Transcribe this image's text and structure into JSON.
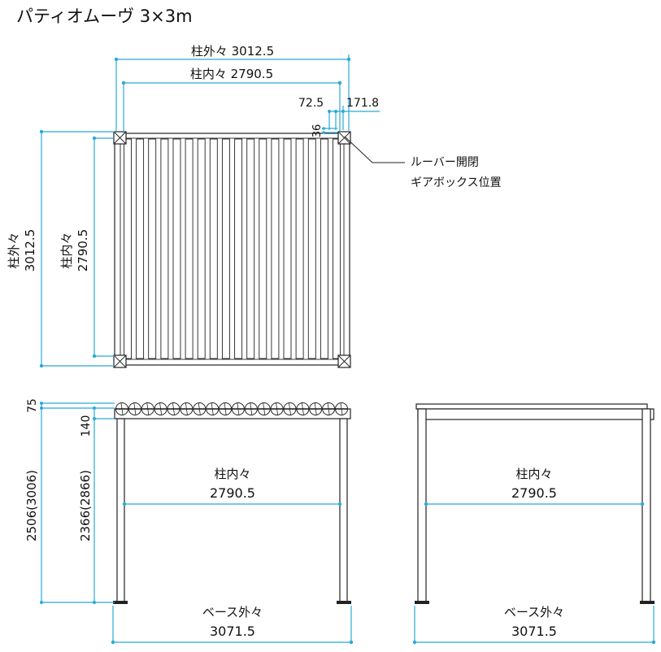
{
  "title": "パティオムーヴ 3×3m",
  "plan": {
    "post_outer_label": "柱外々 3012.5",
    "post_inner_label": "柱内々 2790.5",
    "post_outer_v": [
      "柱外々",
      "3012.5"
    ],
    "post_inner_v": [
      "柱内々",
      "2790.5"
    ],
    "dim_72_5": "72.5",
    "dim_171_8": "171.8",
    "dim_36": "36",
    "gearbox_note": [
      "ルーバー開閉",
      "ギアボックス位置"
    ]
  },
  "front": {
    "dim_75": "75",
    "dim_140": "140",
    "height_outer": "2506(3006)",
    "height_inner": "2366(2866)",
    "inner_label": [
      "柱内々",
      "2790.5"
    ],
    "base_label": [
      "ベース外々",
      "3071.5"
    ]
  },
  "side": {
    "inner_label": [
      "柱内々",
      "2790.5"
    ],
    "base_label": [
      "ベース外々",
      "3071.5"
    ]
  },
  "colors": {
    "dimension": "#29a9d8",
    "line": "#222222"
  }
}
